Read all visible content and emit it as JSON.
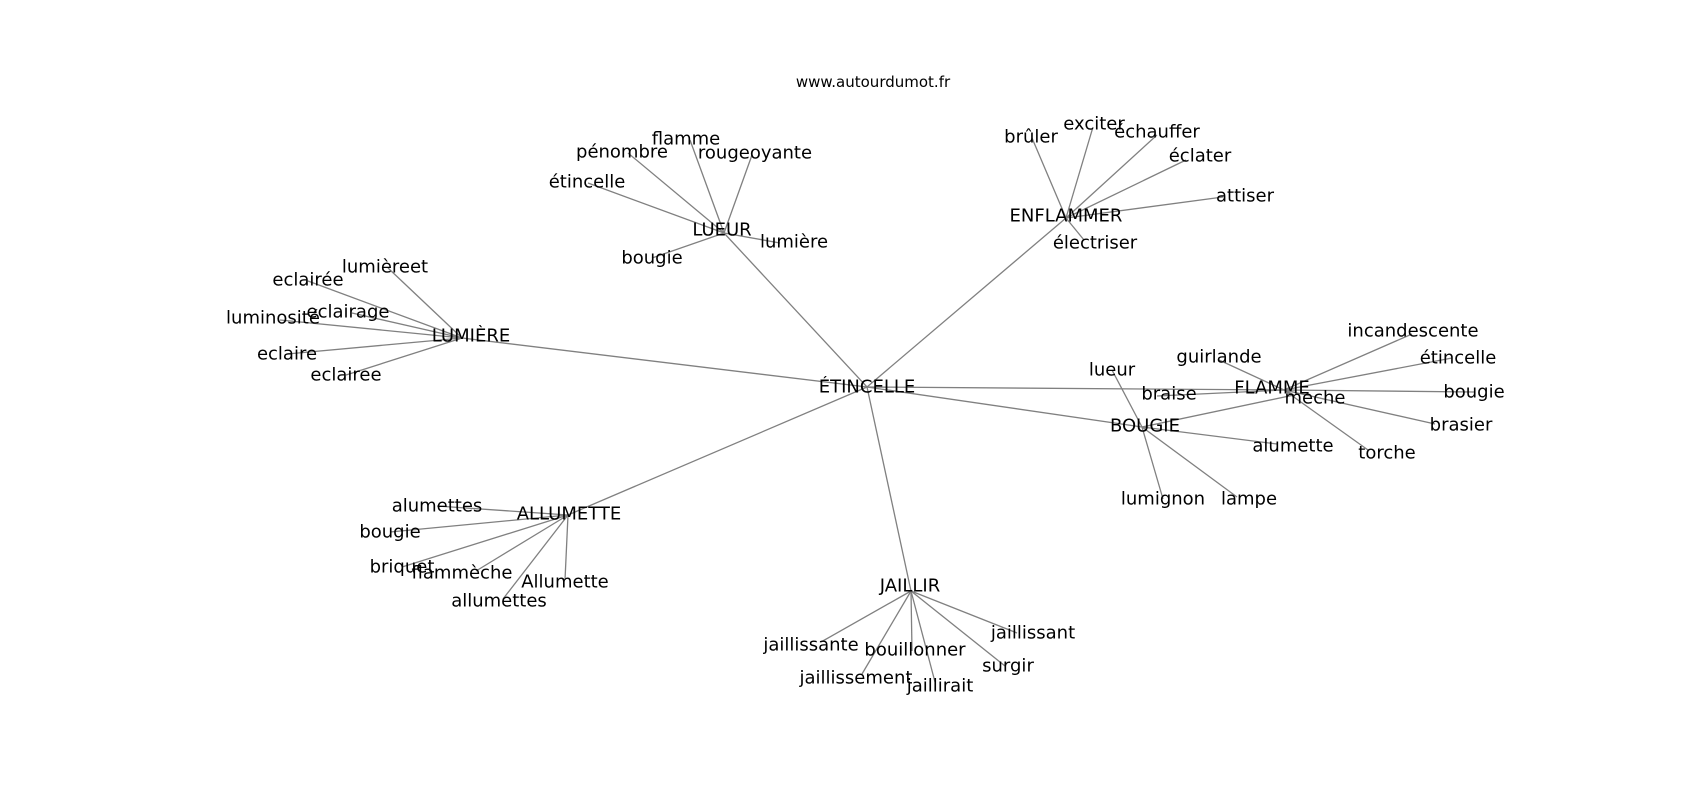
{
  "source": "www.autourdumot.fr",
  "colors": {
    "edge": "#808080",
    "text": "#000000",
    "background": "#ffffff"
  },
  "center": "ÉTINCELLE",
  "hubs": [
    {
      "id": "lueur",
      "label": "LUEUR",
      "words": [
        "flamme",
        "pénombre",
        "rougeoyante",
        "étincelle",
        "bougie",
        "lumière"
      ]
    },
    {
      "id": "enflammer",
      "label": "ENFLAMMER",
      "words": [
        "brûler",
        "exciter",
        "échauffer",
        "éclater",
        "attiser",
        "électriser"
      ]
    },
    {
      "id": "lumiere",
      "label": "LUMIÈRE",
      "words": [
        "lumièreet",
        "eclairée",
        "eclairage",
        "luminosité",
        "eclaire",
        "eclairee"
      ]
    },
    {
      "id": "flamme",
      "label": "FLAMME",
      "words": [
        "incandescente",
        "étincelle",
        "bougie",
        "brasier",
        "torche",
        "meche",
        "braise",
        "guirlande"
      ]
    },
    {
      "id": "bougie",
      "label": "BOUGIE",
      "words": [
        "lueur",
        "meche",
        "alumette",
        "lumignon",
        "lampe"
      ]
    },
    {
      "id": "allumette",
      "label": "ALLUMETTE",
      "words": [
        "alumettes",
        "bougie",
        "briquet",
        "flammèche",
        "Allumette",
        "allumettes"
      ]
    },
    {
      "id": "jaillir",
      "label": "JAILLIR",
      "words": [
        "jaillissante",
        "jaillissement",
        "bouillonner",
        "jaillirait",
        "surgir",
        "jaillissant"
      ]
    }
  ]
}
